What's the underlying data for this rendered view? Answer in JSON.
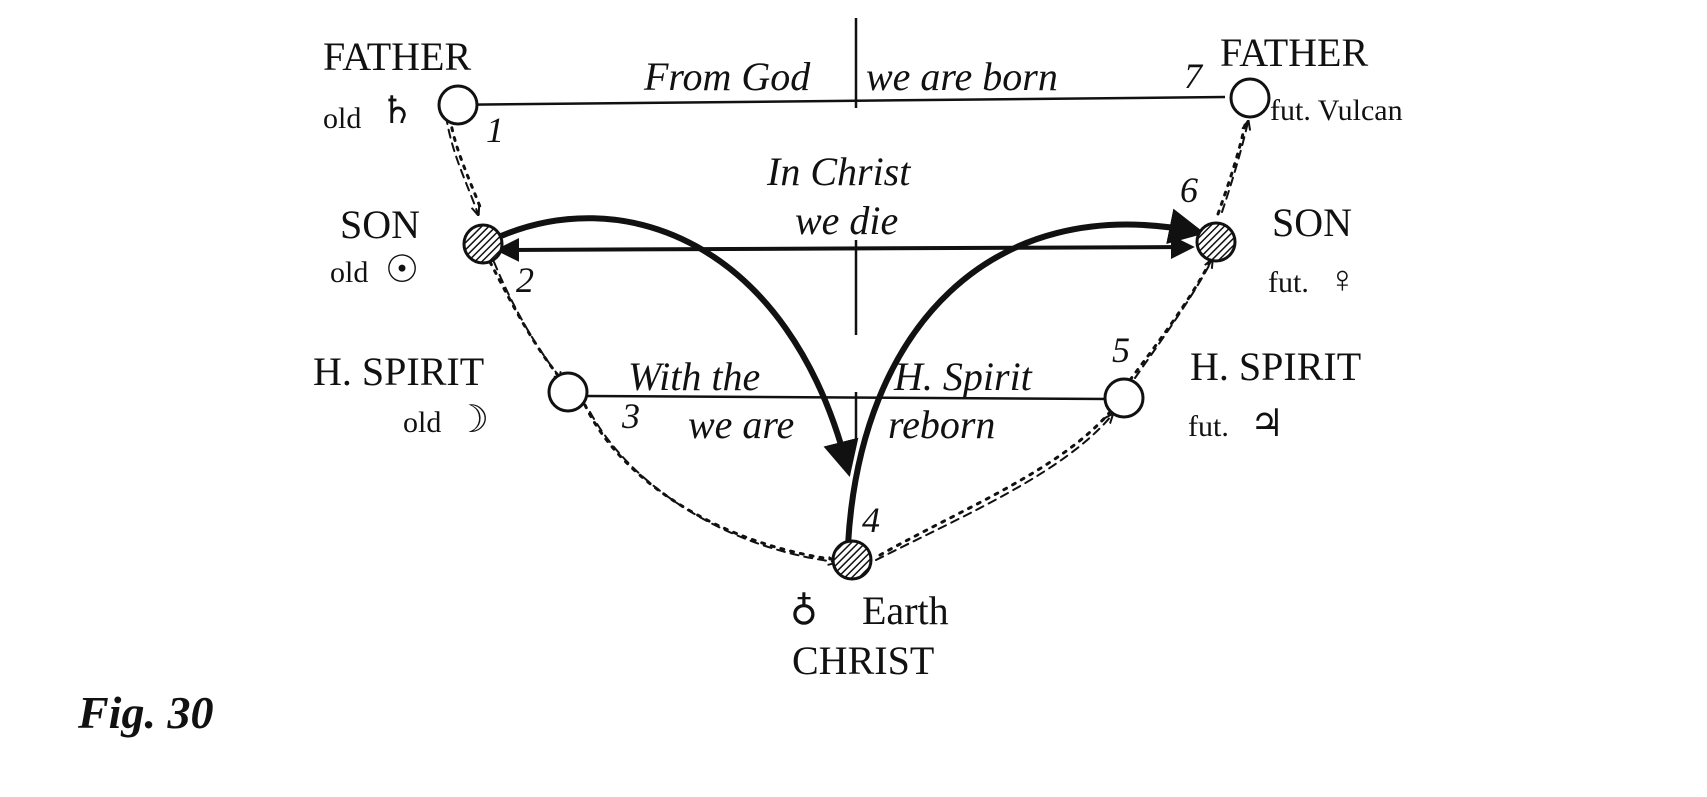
{
  "figure": {
    "label": "Fig. 30"
  },
  "nodes": {
    "father_old": {
      "title": "FATHER",
      "sub": "old",
      "symbol": "♄",
      "number": "1"
    },
    "son_old": {
      "title": "SON",
      "sub": "old",
      "symbol": "☉",
      "number": "2"
    },
    "spirit_old": {
      "title": "H. SPIRIT",
      "sub": "old",
      "symbol": "☽",
      "number": "3"
    },
    "christ": {
      "title": "CHRIST",
      "sub": "Earth",
      "symbol": "♁",
      "number": "4"
    },
    "spirit_fut": {
      "title": "H. SPIRIT",
      "sub": "fut.",
      "symbol": "♃",
      "number": "5"
    },
    "son_fut": {
      "title": "SON",
      "sub": "fut.",
      "symbol": "♀",
      "number": "6"
    },
    "father_fut": {
      "title": "FATHER",
      "sub": "fut. Vulcan",
      "number": "7"
    }
  },
  "phrases": {
    "from_god": "From God",
    "we_are_born": "we are born",
    "in_christ": "In Christ",
    "we_die": "we die",
    "with_the": "With the",
    "h_spirit": "H.  Spirit",
    "we_are": "we are",
    "reborn": "reborn"
  }
}
